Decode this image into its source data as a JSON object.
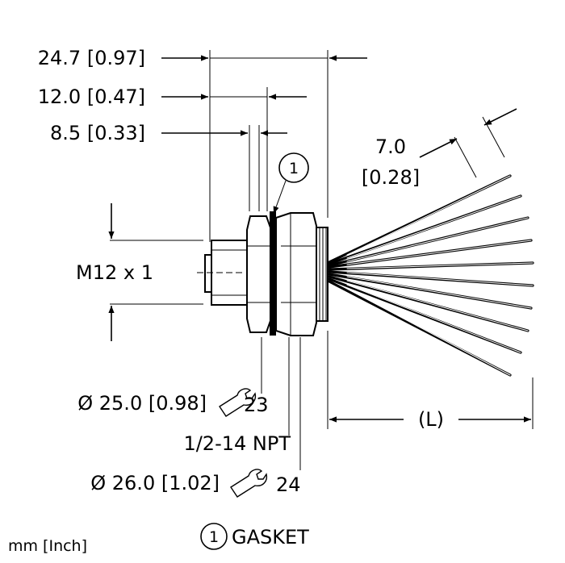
{
  "dimensions": {
    "overall_length": "24.7 [0.97]",
    "length_2": "12.0 [0.47]",
    "length_3": "8.5 [0.33]",
    "wire_strip": "7.0",
    "wire_strip_inch": "[0.28]",
    "thread": "M12 x 1",
    "nut_1_diameter": "Ø 25.0 [0.98]",
    "nut_1_wrench": "23",
    "npt_thread": "1/2-14 NPT",
    "nut_2_diameter": "Ø 26.0 [1.02]",
    "nut_2_wrench": "24",
    "cable_length": "(L)"
  },
  "callout": {
    "number": "1",
    "label": "GASKET"
  },
  "units_note": "mm [Inch]",
  "icons": [
    "wrench-icon",
    "wrench-icon"
  ]
}
